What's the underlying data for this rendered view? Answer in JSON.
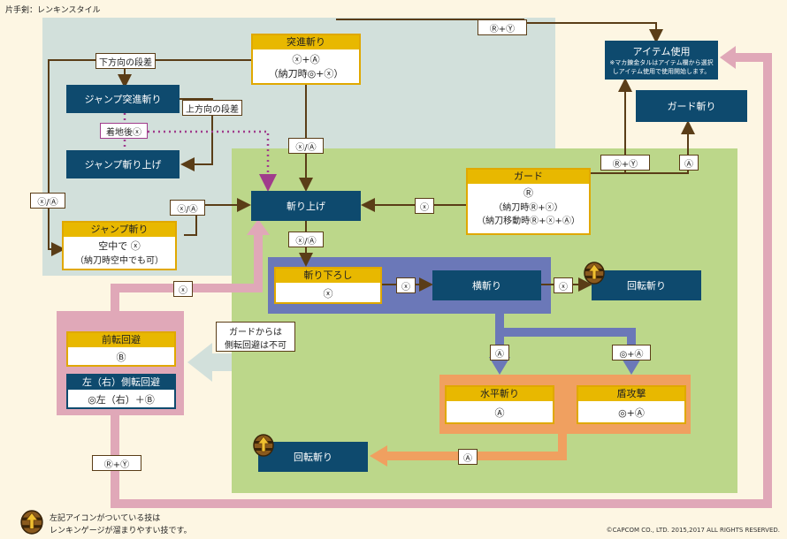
{
  "header": {
    "title": "片手剣：レンキンスタイル"
  },
  "nodes": {
    "tosshin": {
      "title": "突進斬り",
      "line1": "ⓧ+Ⓐ",
      "line2": "（納刀時◎+ⓧ）"
    },
    "jump_tosshin": "ジャンプ突進斬り",
    "jump_kiriage": "ジャンプ斬り上げ",
    "jump_giri": {
      "title": "ジャンプ斬り",
      "line1": "空中で ⓧ",
      "line2": "（納刀時空中でも可）"
    },
    "kiriage": "斬り上げ",
    "kiri_oroshi": {
      "title": "斬り下ろし",
      "line1": "ⓧ"
    },
    "yoko_giri": "横斬り",
    "kaiten_giri_top": "回転斬り",
    "kaiten_giri_bottom": "回転斬り",
    "suihei_giri": {
      "title": "水平斬り",
      "line1": "Ⓐ"
    },
    "tate_kougeki": {
      "title": "盾攻撃",
      "line1": "◎+Ⓐ"
    },
    "guard": {
      "title": "ガード",
      "line1": "Ⓡ",
      "line2": "（納刀時Ⓡ+ⓧ）",
      "line3": "（納刀移動時Ⓡ+ⓧ+Ⓐ）"
    },
    "item": {
      "title": "アイテム使用",
      "note1": "※マカ錬金タルはアイテム欄から選択",
      "note2": "しアイテム使用で使用開始します。"
    },
    "guard_giri": "ガード斬り",
    "zenten": {
      "title": "前転回避",
      "line1": "Ⓑ"
    },
    "sokuten": {
      "title": "左（右）側転回避",
      "line1": "◎左（右）＋Ⓑ"
    }
  },
  "labels": {
    "shita_dansa": "下方向の段差",
    "ue_dansa": "上方向の段差",
    "chakuchi": "着地後ⓧ",
    "xa_1": "ⓧ/Ⓐ",
    "xa_2": "ⓧ/Ⓐ",
    "xa_3": "ⓧ/Ⓐ",
    "xa_4": "ⓧ/Ⓐ",
    "x_guard": "ⓧ",
    "x_oroshi": "ⓧ",
    "x_yoko": "ⓧ",
    "x_evade": "ⓧ",
    "a_suihei": "Ⓐ",
    "ca_tate": "◎+Ⓐ",
    "a_kaiten": "Ⓐ",
    "ry_top": "Ⓡ+Ⓨ",
    "ry_guard": "Ⓡ+Ⓨ",
    "a_guardgiri": "Ⓐ",
    "ry_evade": "Ⓡ+Ⓨ",
    "guard_note_1": "ガードからは",
    "guard_note_2": "側転回避は不可"
  },
  "footer": {
    "legend_1": "左記アイコンがついている技は",
    "legend_2": "レンキンゲージが溜まりやすい技です。",
    "copyright": "©CAPCOM CO., LTD. 2015,2017 ALL RIGHTS RESERVED."
  },
  "colors": {
    "background": "#fdf6e3",
    "air_region": "#d2e0db",
    "ground_region": "#bcd78a",
    "navy": "#0e4a6e",
    "yellow": "#e8b800",
    "purple": "#6b78b8",
    "orange": "#f0a060",
    "pink": "#e0a8b8",
    "brown": "#5a3d17"
  }
}
